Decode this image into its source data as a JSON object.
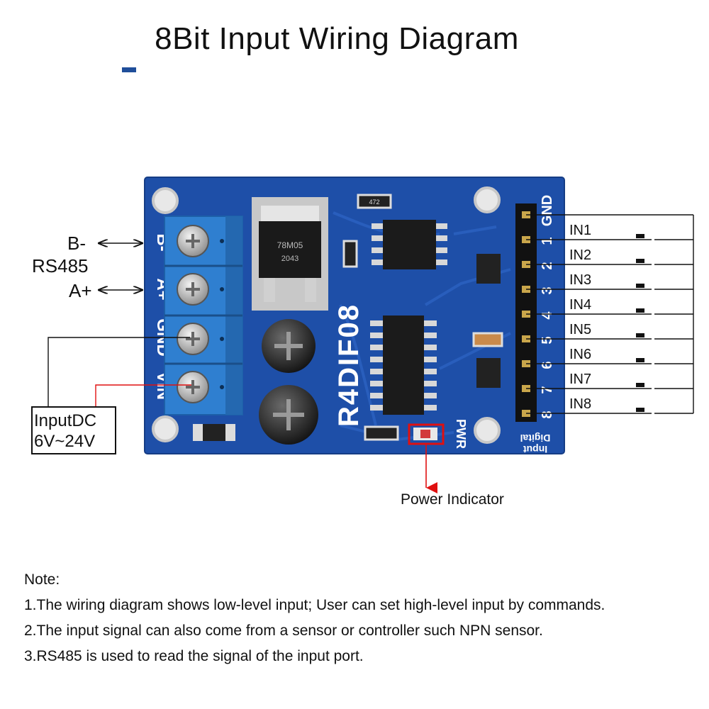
{
  "title": "8Bit Input Wiring Diagram",
  "labels": {
    "b_minus": "B-",
    "rs485": "RS485",
    "a_plus": "A+",
    "input_dc_line1": "InputDC",
    "input_dc_line2": "6V~24V",
    "power_indicator": "Power Indicator"
  },
  "board": {
    "model": "R4DIF08",
    "terminals": [
      "B-",
      "A+",
      "GND",
      "VIN"
    ],
    "pin_numbers": [
      "GND",
      "1",
      "2",
      "3",
      "4",
      "5",
      "6",
      "7",
      "8"
    ],
    "pwr": "PWR",
    "digital_input_line1": "Digital",
    "digital_input_line2": "Input",
    "regulator_line1": "78M05",
    "regulator_line2": "2043",
    "resistor_code": "472"
  },
  "inputs": [
    "IN1",
    "IN2",
    "IN3",
    "IN4",
    "IN5",
    "IN6",
    "IN7",
    "IN8"
  ],
  "notes": {
    "heading": "Note:",
    "items": [
      "1.The wiring diagram shows low-level input; User can set high-level input by commands.",
      "2.The input signal can also come from a sensor or controller such NPN sensor.",
      "3.RS485 is used to read the signal of the input port."
    ]
  },
  "colors": {
    "pcb": "#1e4fa8",
    "terminal_block": "#2f7fd0",
    "indicator_line": "#e01010",
    "wire": "#111111"
  }
}
